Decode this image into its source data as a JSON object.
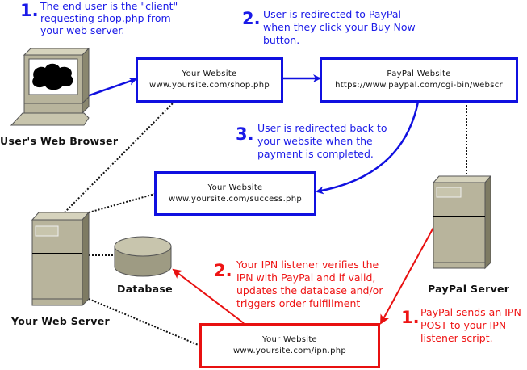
{
  "diagram": {
    "title": "PayPal IPN flow",
    "nodes": {
      "browser": {
        "label": "User's Web Browser",
        "icon": "computer-icon"
      },
      "web_server": {
        "label": "Your Web Server",
        "icon": "server-icon"
      },
      "paypal_server": {
        "label": "PayPal Server",
        "icon": "server-icon"
      },
      "database": {
        "label": "Database",
        "icon": "database-icon"
      }
    },
    "boxes": {
      "shop": {
        "title": "Your Website",
        "url": "www.yoursite.com/shop.php",
        "color": "#1010e0"
      },
      "paypal": {
        "title": "PayPal Website",
        "url": "https://www.paypal.com/cgi-bin/webscr",
        "color": "#1010e0"
      },
      "success": {
        "title": "Your Website",
        "url": "www.yoursite.com/success.php",
        "color": "#1010e0"
      },
      "ipn": {
        "title": "Your Website",
        "url": "www.yoursite.com/ipn.php",
        "color": "#e81010"
      }
    },
    "notes_blue": [
      {
        "num": "1.",
        "lines": [
          "The end user is the \"client\"",
          "requesting shop.php from",
          "your web server."
        ]
      },
      {
        "num": "2.",
        "lines": [
          "User is redirected to PayPal",
          "when they click your Buy Now",
          "button."
        ]
      },
      {
        "num": "3.",
        "lines": [
          "User is redirected back to",
          "your website when the",
          "payment is completed."
        ]
      }
    ],
    "notes_red": [
      {
        "num": "1.",
        "lines": [
          "PayPal sends an IPN",
          "POST to your IPN",
          "listener script."
        ]
      },
      {
        "num": "2.",
        "lines": [
          "Your IPN listener verifies the",
          "IPN with PayPal and if valid,",
          "updates the database and/or",
          "triggers order fulfillment"
        ]
      }
    ],
    "colors": {
      "blue_flow": "#1010e0",
      "red_flow": "#e81010",
      "hardware": "#b8b49c"
    }
  }
}
